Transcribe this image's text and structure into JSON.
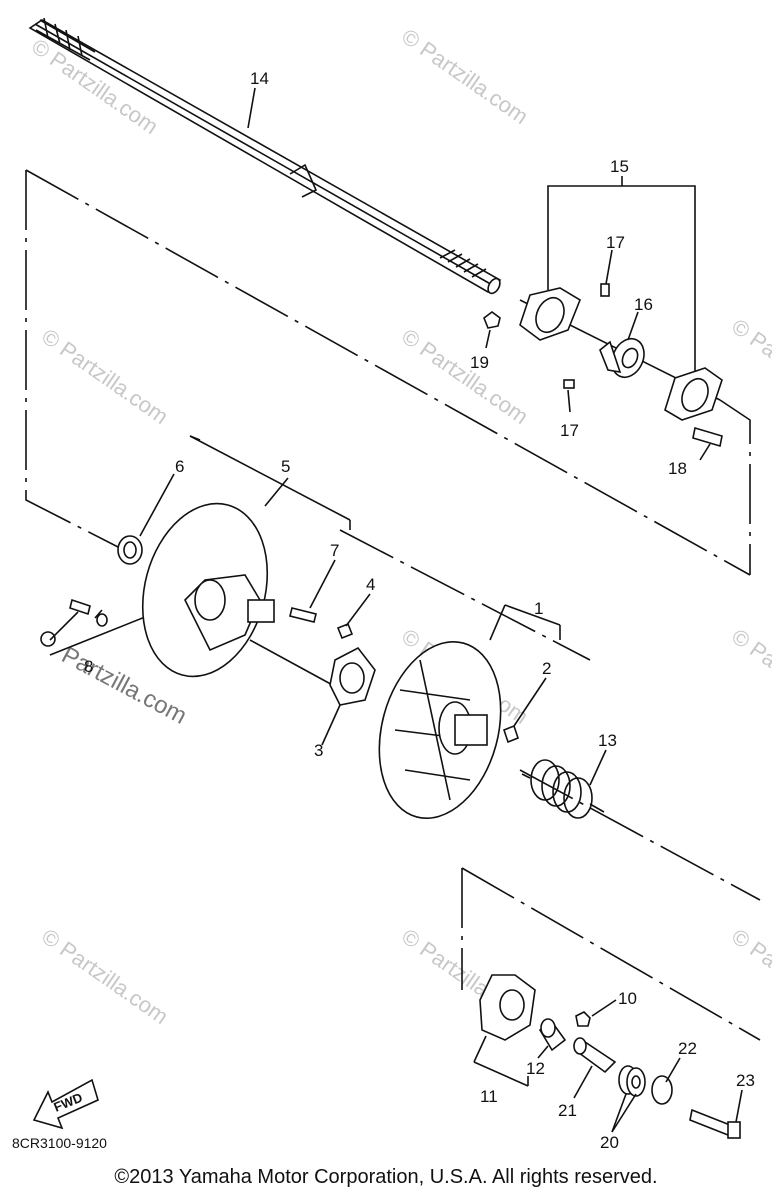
{
  "callouts": {
    "c1": "1",
    "c2": "2",
    "c3": "3",
    "c4": "4",
    "c5": "5",
    "c6": "6",
    "c7": "7",
    "c8": "8",
    "c10": "10",
    "c11": "11",
    "c12": "12",
    "c13": "13",
    "c14": "14",
    "c15": "15",
    "c16": "16",
    "c17a": "17",
    "c17b": "17",
    "c18": "18",
    "c19": "19",
    "c20": "20",
    "c21": "21",
    "c22": "22",
    "c23": "23"
  },
  "fwd_label": "FWD",
  "diagram_code": "8CR3100-9120",
  "watermark": "© Partzilla.com",
  "watermark_main": "Partzilla.com",
  "copyright": "©2013  Yamaha Motor Corporation, U.S.A. All rights reserved."
}
